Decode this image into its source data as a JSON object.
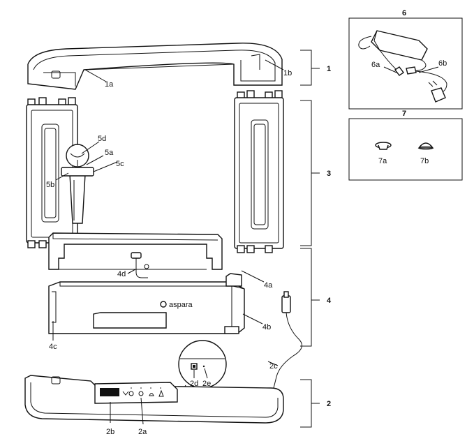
{
  "brand": "aspara",
  "groups": [
    {
      "id": "1",
      "label": "1"
    },
    {
      "id": "2",
      "label": "2"
    },
    {
      "id": "3",
      "label": "3"
    },
    {
      "id": "4",
      "label": "4"
    },
    {
      "id": "6",
      "label": "6"
    },
    {
      "id": "7",
      "label": "7"
    }
  ],
  "callouts": {
    "c1a": "1a",
    "c1b": "1b",
    "c2a": "2a",
    "c2b": "2b",
    "c2c": "2c",
    "c2d": "2d",
    "c2e": "2e",
    "c4a": "4a",
    "c4b": "4b",
    "c4c": "4c",
    "c4d": "4d",
    "c5a": "5a",
    "c5b": "5b",
    "c5c": "5c",
    "c5d": "5d",
    "c6a": "6a",
    "c6b": "6b",
    "c7a": "7a",
    "c7b": "7b"
  },
  "icons": {
    "lamp_cover": "top-lamp-cover-icon",
    "side_panel": "side-panel-icon",
    "water_tank": "water-tank-icon",
    "base": "base-control-panel-icon",
    "adapter": "power-adapter-icon",
    "usb_cable": "usb-cable-icon",
    "seed_holder": "seed-holder-icon",
    "plugs": "plug-caps-icon"
  }
}
